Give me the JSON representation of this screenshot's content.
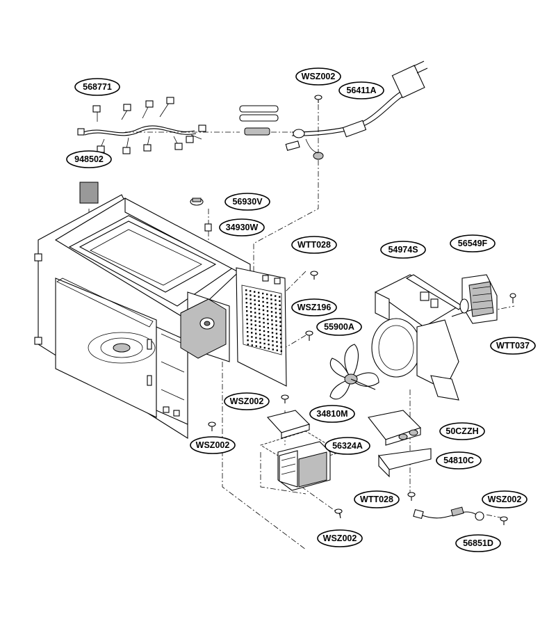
{
  "labels": [
    {
      "id": "568771",
      "text": "568771"
    },
    {
      "id": "948502",
      "text": "948502"
    },
    {
      "id": "wsz002-top",
      "text": "WSZ002"
    },
    {
      "id": "56411a",
      "text": "56411A"
    },
    {
      "id": "56930v",
      "text": "56930V"
    },
    {
      "id": "34930w",
      "text": "34930W"
    },
    {
      "id": "wtt028-top",
      "text": "WTT028"
    },
    {
      "id": "wsz196",
      "text": "WSZ196"
    },
    {
      "id": "54974s",
      "text": "54974S"
    },
    {
      "id": "56549f",
      "text": "56549F"
    },
    {
      "id": "55900a",
      "text": "55900A"
    },
    {
      "id": "wtt037",
      "text": "WTT037"
    },
    {
      "id": "wsz002-mid",
      "text": "WSZ002"
    },
    {
      "id": "34810m",
      "text": "34810M"
    },
    {
      "id": "50czzh",
      "text": "50CZZH"
    },
    {
      "id": "wsz002-left",
      "text": "WSZ002"
    },
    {
      "id": "56324a",
      "text": "56324A"
    },
    {
      "id": "54810c",
      "text": "54810C"
    },
    {
      "id": "wtt028-bottom",
      "text": "WTT028"
    },
    {
      "id": "wsz002-right",
      "text": "WSZ002"
    },
    {
      "id": "wsz002-bottom",
      "text": "WSZ002"
    },
    {
      "id": "56851d",
      "text": "56851D"
    }
  ]
}
